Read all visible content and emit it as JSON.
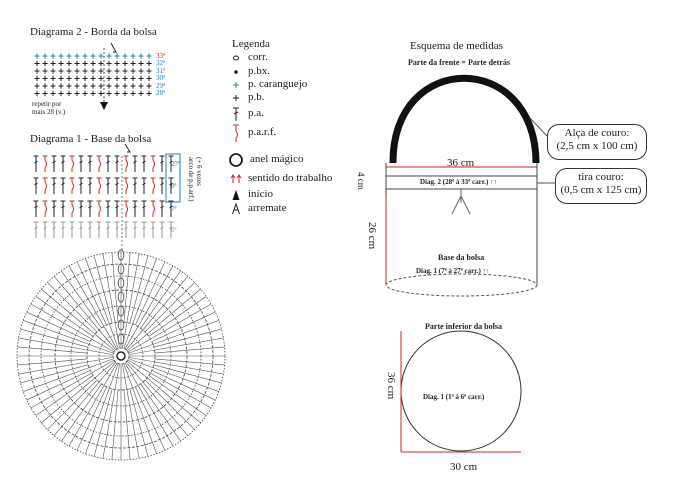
{
  "diagram2": {
    "title": "Diagrama 2 - Borda da bolsa",
    "row_labels": [
      "33ª",
      "32ª",
      "31ª",
      "30ª",
      "29ª",
      "28ª"
    ],
    "repeat_note": [
      "repetir por",
      "mais 28 (v.)"
    ]
  },
  "diagram1": {
    "title": "Diagrama 1 - Base da bolsa",
    "side_note": [
      "(+ 6 vezes",
      "arco de p.p.arf.)"
    ],
    "row_labels": [
      "27ª",
      "8ª",
      "7ª",
      "6ª"
    ]
  },
  "legend": {
    "title": "Legenda",
    "items": [
      {
        "symbol": "ring-icon",
        "label": "corr."
      },
      {
        "symbol": "dot-icon",
        "label": "p.bx."
      },
      {
        "symbol": "blue-plus-icon",
        "label": "p. caranguejo"
      },
      {
        "symbol": "plus-icon",
        "label": "p.b."
      },
      {
        "symbol": "tall-t-icon",
        "label": "p.a."
      },
      {
        "symbol": "red-bent-t-icon",
        "label": "p.a.r.f."
      },
      {
        "symbol": "magic-ring-icon",
        "label": "anel mágico"
      },
      {
        "symbol": "red-arrows-icon",
        "label": "sentido do trabalho"
      },
      {
        "symbol": "filled-arrow-icon",
        "label": "início"
      },
      {
        "symbol": "outline-arrow-icon",
        "label": "arremate"
      }
    ]
  },
  "measures": {
    "title": "Esquema de medidas",
    "front_back": "Parte da frente = Parte detrás",
    "strap_box": [
      "Alça de couro:",
      "(2,5 cm x 100 cm)"
    ],
    "width": "36 cm",
    "band_height": "4 cm",
    "band_label": "Diag. 2 (28ª à 33ª carr.)",
    "tie_box": [
      "tira couro:",
      "(0,5 cm x 125 cm)"
    ],
    "body_height": "26 cm",
    "base_title": "Base da bolsa",
    "base_label": "Diag. 1 (7ª à 27ª carr.)",
    "bottom_title": "Parte inferior da bolsa",
    "bottom_label": "Diag. 1 (1ª à 6ª carr.)",
    "bottom_height": "36 cm",
    "bottom_width": "30 cm"
  },
  "colors": {
    "blue": "#1a7fc0",
    "red": "#d62020",
    "ink": "#222222",
    "gray": "#9a9a9a"
  }
}
